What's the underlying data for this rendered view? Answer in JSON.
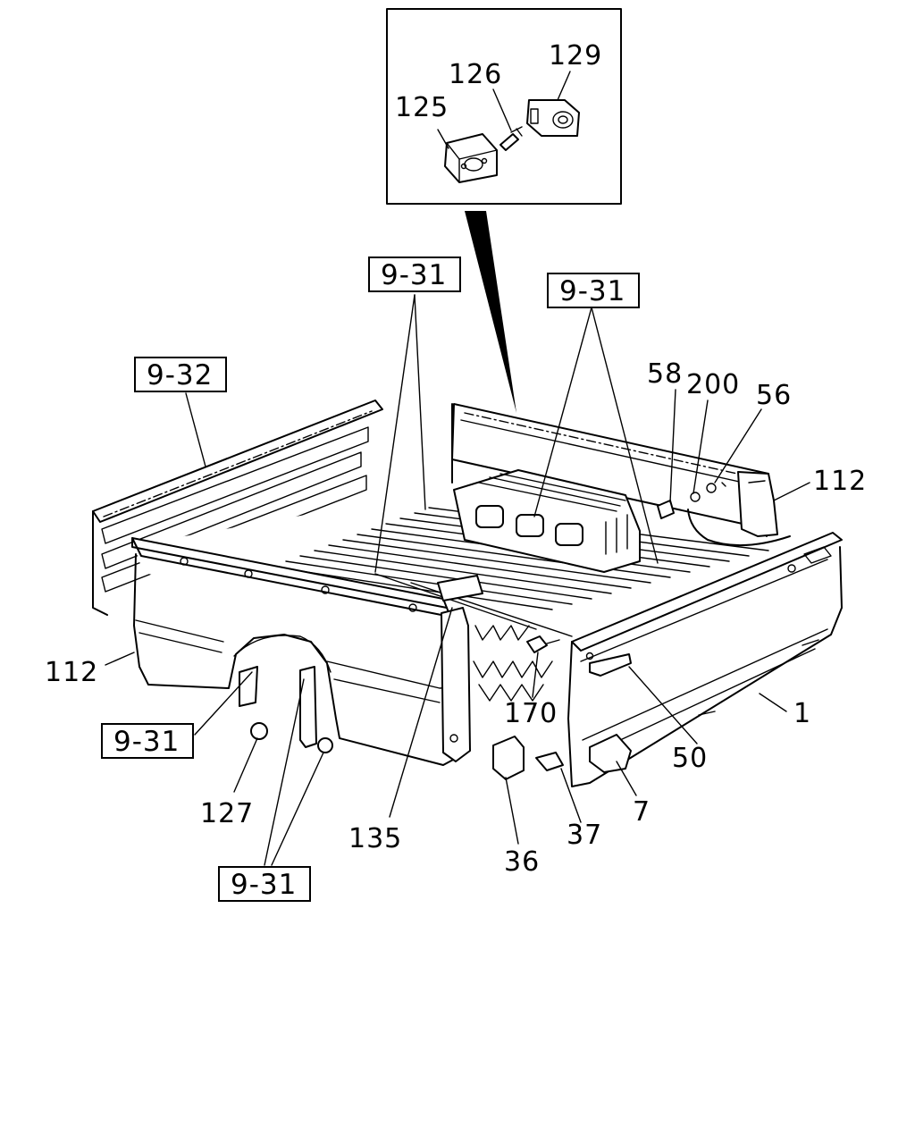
{
  "diagram": {
    "part_labels": {
      "p125": "125",
      "p126": "126",
      "p129": "129",
      "p58": "58",
      "p200": "200",
      "p56": "56",
      "p112_right": "112",
      "p112_left": "112",
      "p1": "1",
      "p170": "170",
      "p50": "50",
      "p7": "7",
      "p37": "37",
      "p36": "36",
      "p135": "135",
      "p127": "127"
    },
    "ref_labels": {
      "ref_932": "9-32",
      "ref_931_top_left": "9-31",
      "ref_931_top_right": "9-31",
      "ref_931_left": "9-31",
      "ref_931_bottom": "9-31"
    }
  }
}
